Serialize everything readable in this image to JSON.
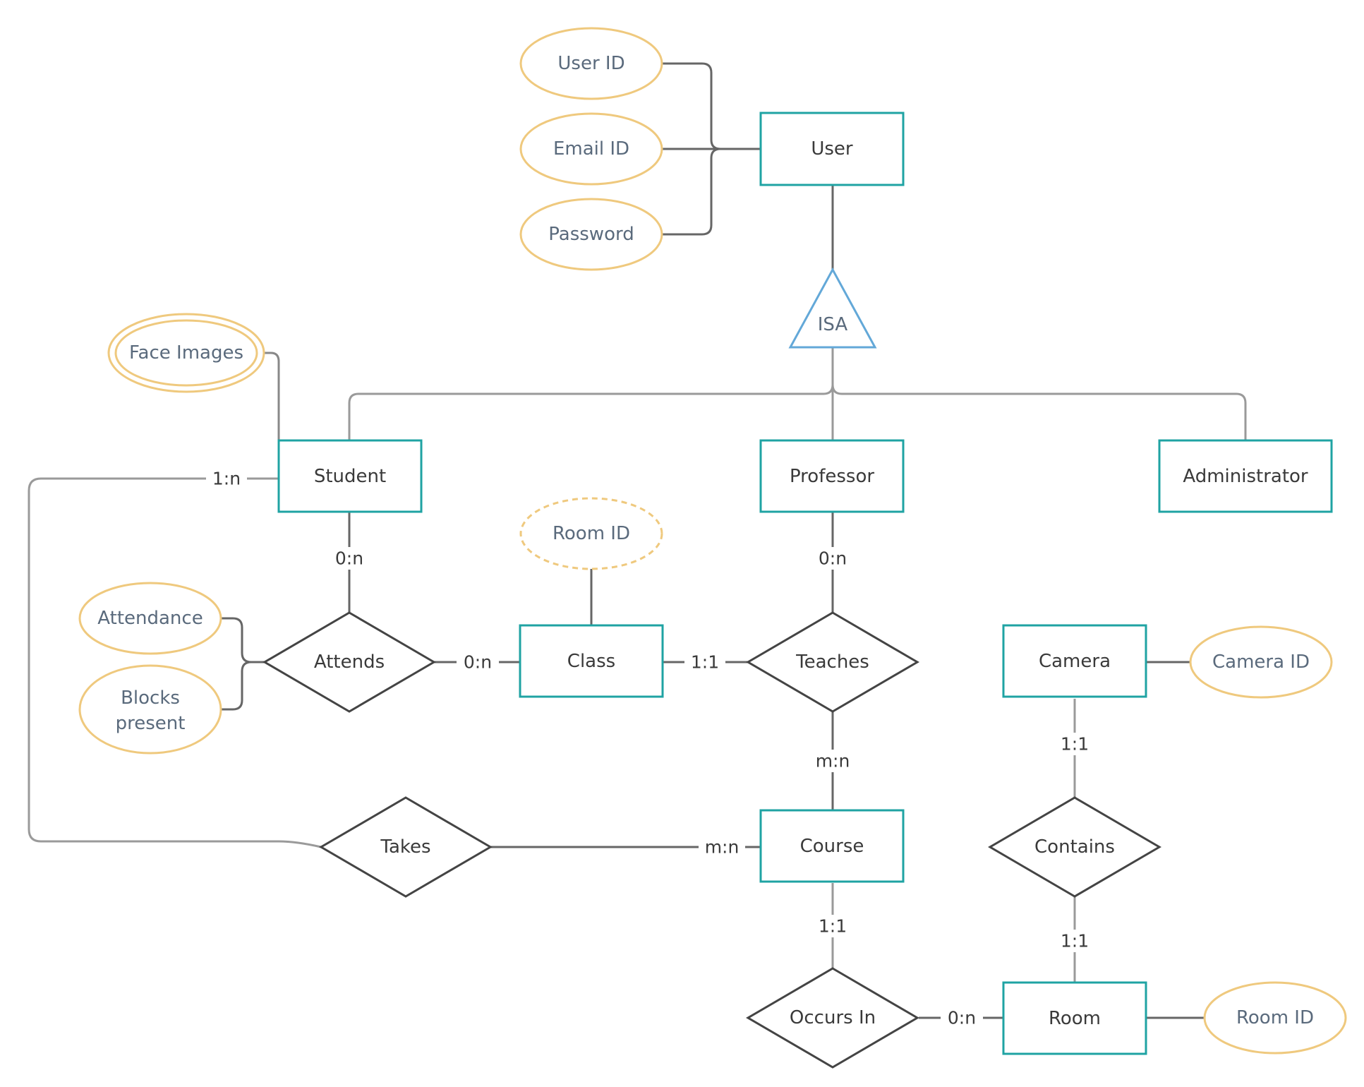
{
  "entities": {
    "user": "User",
    "student": "Student",
    "professor": "Professor",
    "administrator": "Administrator",
    "class": "Class",
    "camera": "Camera",
    "course": "Course",
    "room": "Room"
  },
  "attributes": {
    "user_id": "User ID",
    "email_id": "Email ID",
    "password": "Password",
    "face_images": "Face Images",
    "class_room_id": "Room ID",
    "attendance": "Attendance",
    "blocks_present_line1": "Blocks",
    "blocks_present_line2": "present",
    "camera_id": "Camera ID",
    "room_room_id": "Room ID"
  },
  "relationships": {
    "isa": "ISA",
    "attends": "Attends",
    "teaches": "Teaches",
    "takes": "Takes",
    "contains": "Contains",
    "occurs_in": "Occurs In"
  },
  "cardinalities": {
    "student_takes": "1:n",
    "student_attends": "0:n",
    "professor_teaches": "0:n",
    "attends_class": "0:n",
    "class_teaches": "1:1",
    "teaches_course": "m:n",
    "takes_course": "m:n",
    "camera_contains": "1:1",
    "contains_room": "1:1",
    "course_occurs": "1:1",
    "occurs_room": "0:n"
  },
  "colors": {
    "entity_border": "#1fa3a3",
    "attribute_border": "#efc97e",
    "relationship_border": "#444444",
    "isa_border": "#63a8d8"
  }
}
